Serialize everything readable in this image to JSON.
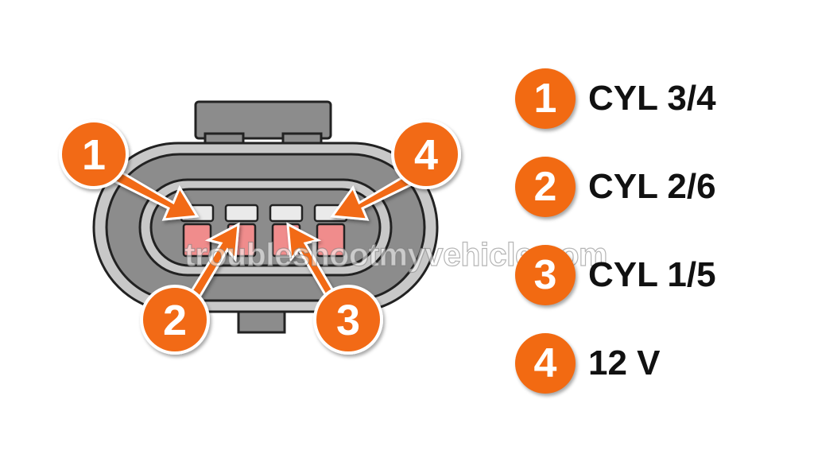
{
  "callouts": [
    {
      "number": "1"
    },
    {
      "number": "2"
    },
    {
      "number": "3"
    },
    {
      "number": "4"
    }
  ],
  "legend": [
    {
      "number": "1",
      "label": "CYL 3/4"
    },
    {
      "number": "2",
      "label": "CYL 2/6"
    },
    {
      "number": "3",
      "label": "CYL 1/5"
    },
    {
      "number": "4",
      "label": "12 V"
    }
  ],
  "watermark": "troubleshootmyvehicle.com",
  "colors": {
    "accent": "#f26a12",
    "connector_body": "#8c8c8c",
    "connector_light": "#c8c8c8",
    "terminal_pink": "#f08c8c"
  }
}
